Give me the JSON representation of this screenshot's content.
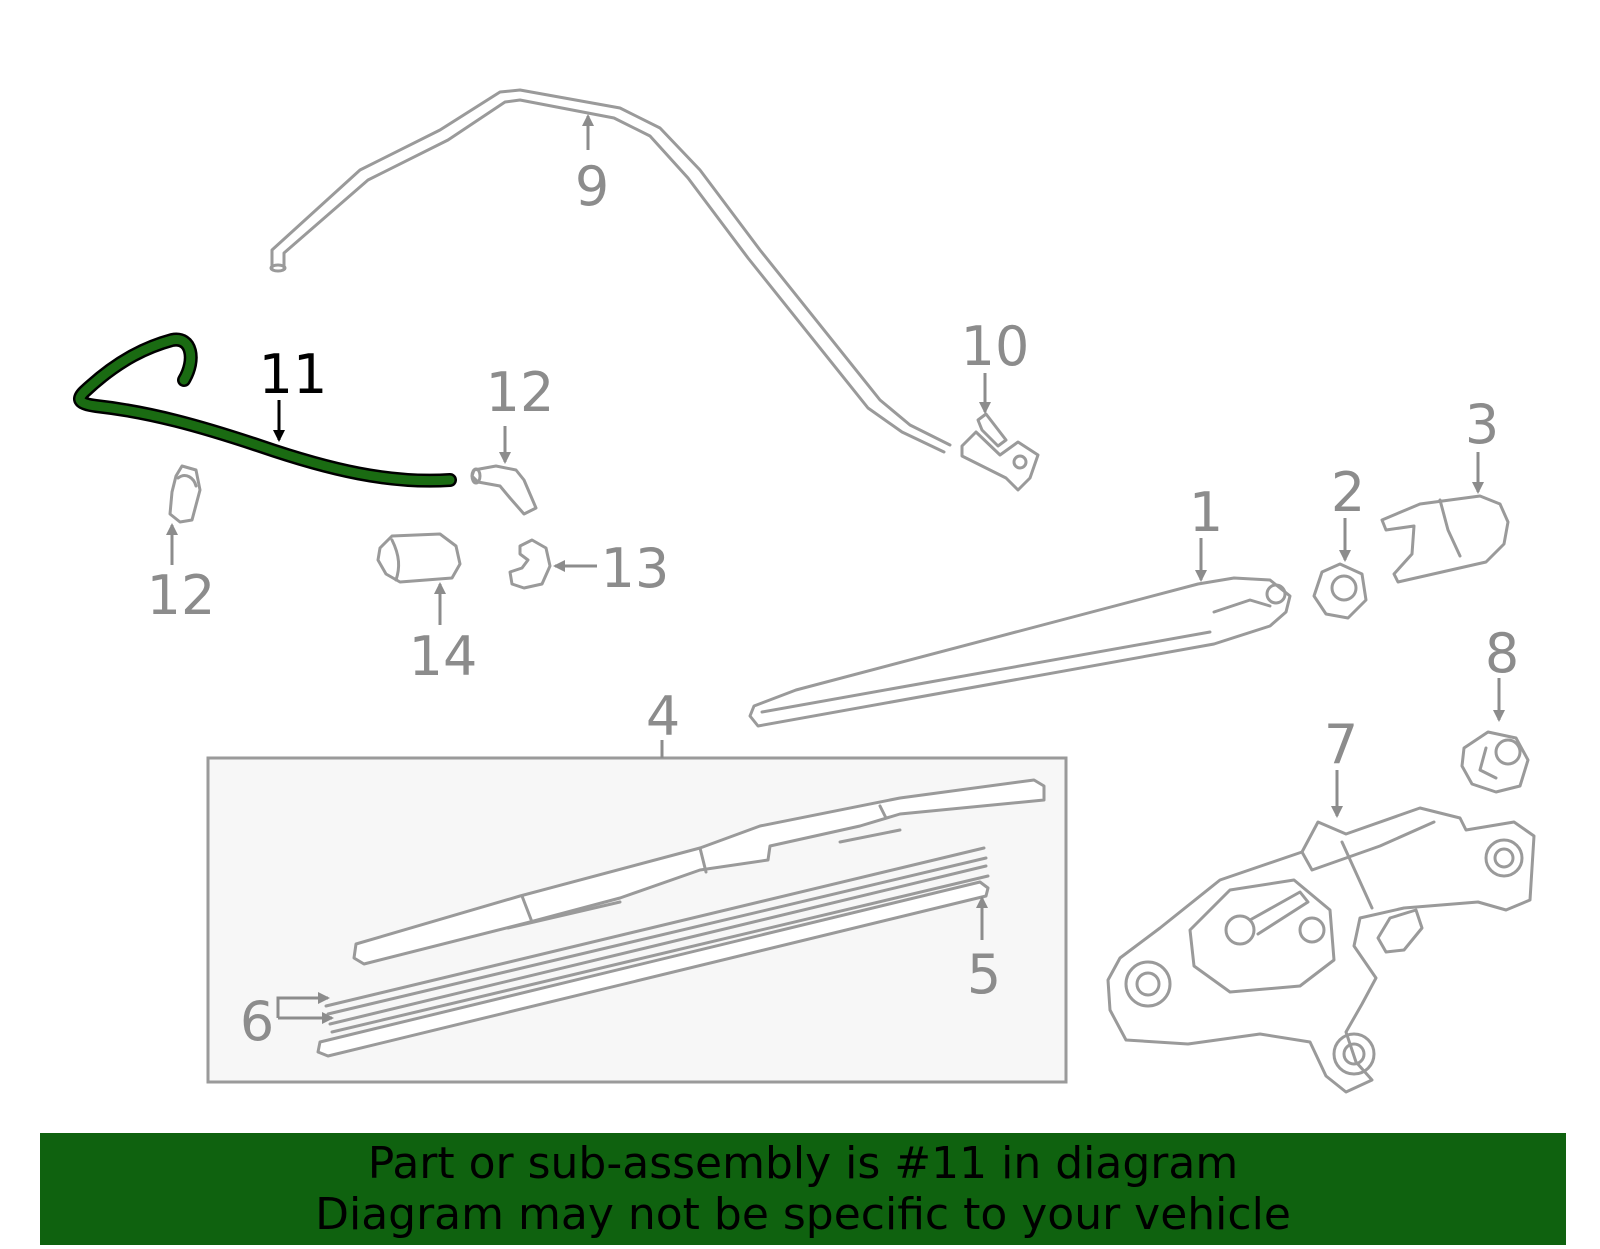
{
  "diagram": {
    "callouts": {
      "c1": "1",
      "c2": "2",
      "c3": "3",
      "c4": "4",
      "c5": "5",
      "c6": "6",
      "c7": "7",
      "c8": "8",
      "c9": "9",
      "c10": "10",
      "c11": "11",
      "c12a": "12",
      "c12b": "12",
      "c13": "13",
      "c14": "14"
    },
    "highlight_part": "11",
    "highlight_color": "#1a6b12",
    "line_color": "#9a9a9a",
    "box_fill": "#f7f7f7"
  },
  "banner": {
    "line1": "Part or sub-assembly is #11 in diagram",
    "line2": "Diagram may not be specific to your vehicle",
    "background": "#0f620f"
  }
}
